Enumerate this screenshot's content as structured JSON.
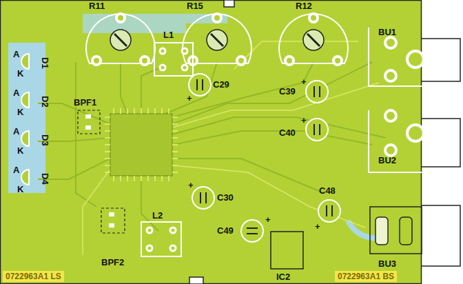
{
  "diagram": {
    "labels": [
      "R11",
      "R15",
      "R12",
      "L1",
      "BU1",
      "A",
      "K",
      "D1",
      "BPF1",
      "C29",
      "+",
      "C39",
      "+",
      "A",
      "K",
      "D2",
      "+",
      "C40",
      "BU2",
      "A",
      "K",
      "D3",
      "A",
      "K",
      "D4",
      "+",
      "C30",
      "C48",
      "+",
      "C49",
      "+",
      "BPF2",
      "L2",
      "BU3",
      "0722963A1 LS",
      "IC2",
      "0722963A1 BS"
    ]
  }
}
